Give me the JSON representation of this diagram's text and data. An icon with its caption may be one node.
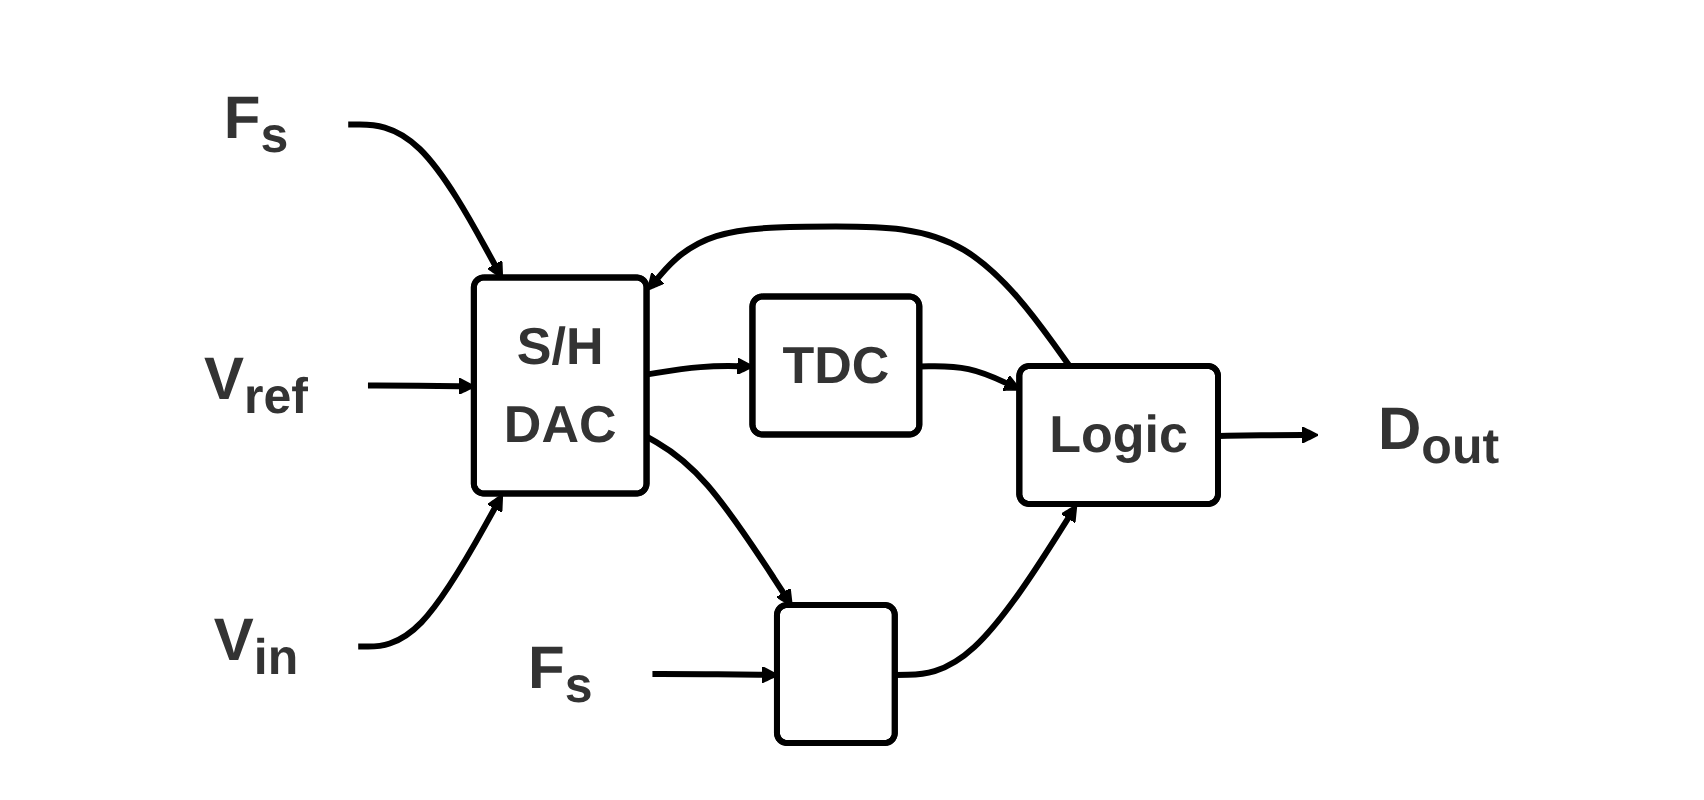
{
  "diagram": {
    "nodes": [
      {
        "text": [
          "V$_{in}$"
        ]
      },
      {
        "text": [
          "F$_{s}$"
        ]
      },
      {
        "text": [
          "S/H",
          "DAC"
        ]
      },
      {
        "text": [
          "F$_{s}$"
        ]
      },
      {
        "text": [
          "D$_{out}$"
        ]
      },
      {
        "text": [],
        "shape": "box"
      },
      {
        "text": [
          "Logic"
        ]
      },
      {
        "text": [
          "TDC"
        ]
      },
      {
        "text": [
          "V$_{ref}$"
        ]
      }
    ],
    "edges": [
      {
        "from": 0,
        "to": 2,
        "arrow": "to"
      },
      {
        "from": 8,
        "to": 2,
        "arrow": "to"
      },
      {
        "from": 1,
        "to": 2,
        "arrow": "to"
      },
      {
        "from": 2,
        "to": 5,
        "arrow": "to"
      },
      {
        "from": 2,
        "to": 7,
        "arrow": "to"
      },
      {
        "from": 3,
        "to": 5,
        "arrow": "to"
      },
      {
        "from": 5,
        "to": 6,
        "arrow": "to"
      },
      {
        "from": 7,
        "to": 6,
        "arrow": "to"
      },
      {
        "from": 6,
        "to": 4,
        "arrow": "to"
      },
      {
        "from": 6,
        "to": 2,
        "arrow": "to"
      }
    ]
  }
}
